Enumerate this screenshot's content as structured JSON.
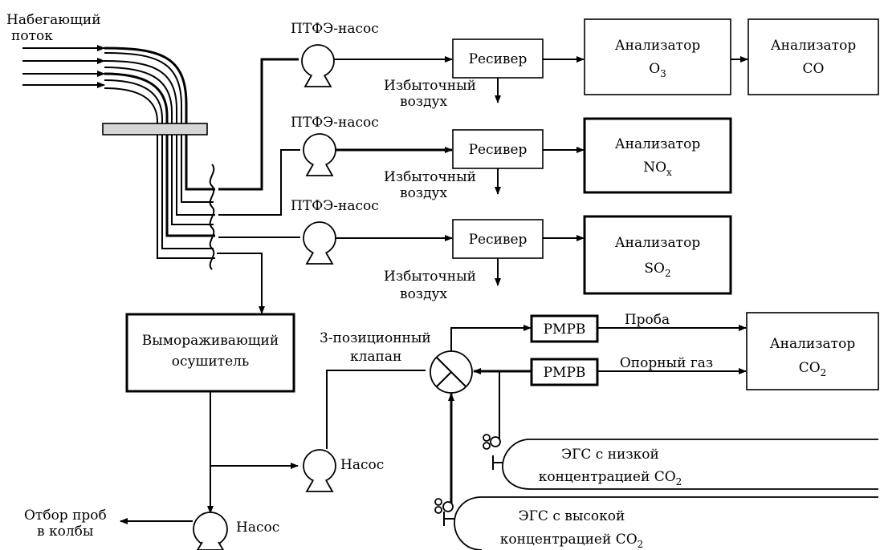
{
  "labels": {
    "inflow_line1": "Набегающий",
    "inflow_line2": "поток",
    "ptfe_pump": "ПТФЭ-насос",
    "receiver": "Ресивер",
    "excess_air_line1": "Избыточный",
    "excess_air_line2": "воздух",
    "analyzer": "Анализатор",
    "o3": "O",
    "o3_sub": "3",
    "co": "CO",
    "nox": "NO",
    "nox_sub": "x",
    "so2": "SO",
    "so2_sub": "2",
    "dryer_line1": "Вымораживающий",
    "dryer_line2": "осушитель",
    "valve_line1": "3-позиционный",
    "valve_line2": "клапан",
    "pmpv": "PMPB",
    "sample": "Проба",
    "reference_gas": "Опорный газ",
    "co2": "CO",
    "co2_sub": "2",
    "pump": "Насос",
    "flask_line1": "Отбор проб",
    "flask_line2": "в колбы",
    "egs_low_line1": "ЭГС с низкой",
    "egs_low_line2": "концентрацией CO",
    "egs_high_line1": "ЭГС с высокой",
    "egs_high_line2": "концентрацией CO",
    "sub2": "2"
  }
}
